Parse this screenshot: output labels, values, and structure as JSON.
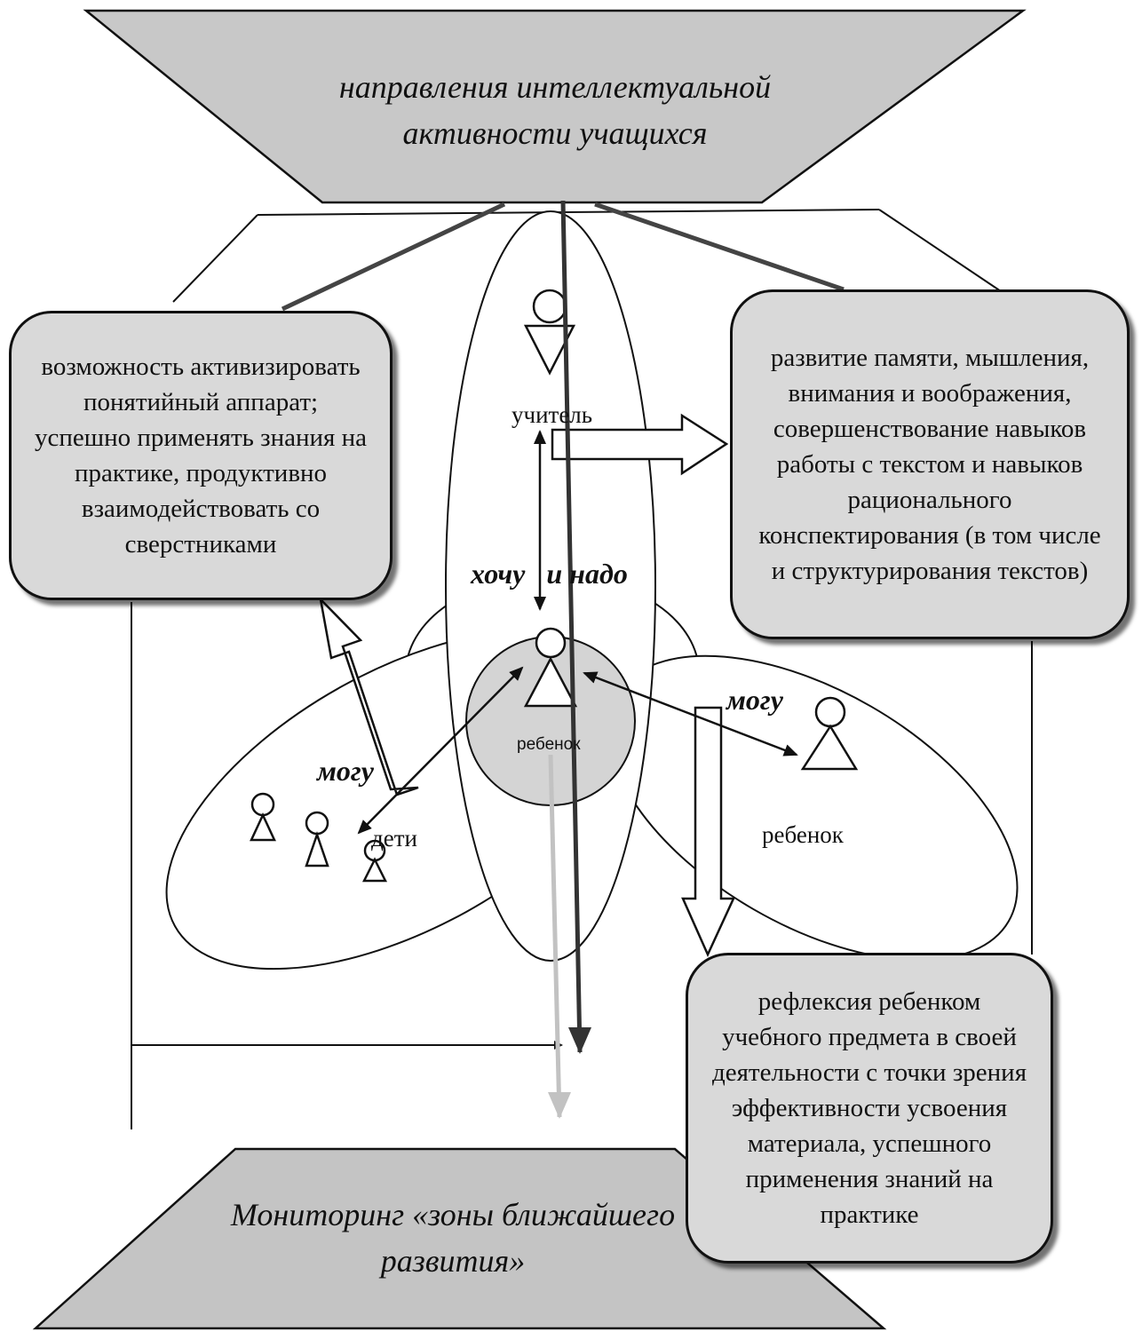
{
  "top_title": "направления  интеллектуальной\nактивности учащихся",
  "bottom_title": "Мониторинг «зоны ближайшего\nразвития»",
  "box_left": "возможность активизировать\nпонятийный аппарат;\nуспешно применять знания на\nпрактике, продуктивно\nвзаимодействовать со\nсверстниками",
  "box_right": "развитие памяти, мышления,\nвнимания  и воображения,\nсовершенствование  навыков\nработы с текстом и навыков\nрационального\nконспектирования (в том числе\nи структурирования текстов)",
  "box_bottom_right": "рефлексия ребенком\nучебного  предмета в своей\nдеятельности с точки зрения\nэффективности  усвоения\nматериала, успешного\nприменения знаний на\nпрактике",
  "labels": {
    "teacher": "учитель",
    "want_need": "хочу   и надо",
    "child_center": "ребенок",
    "can_right": "могу",
    "can_left": "могу",
    "children": "дети",
    "child_right": "ребенок"
  },
  "colors": {
    "trapezoid_fill": "#c8c8c8",
    "box_fill": "#d9d9d9",
    "center_circle": "#d4d4d4",
    "dark_line": "#444444",
    "light_arrow": "#bdbdbd"
  }
}
